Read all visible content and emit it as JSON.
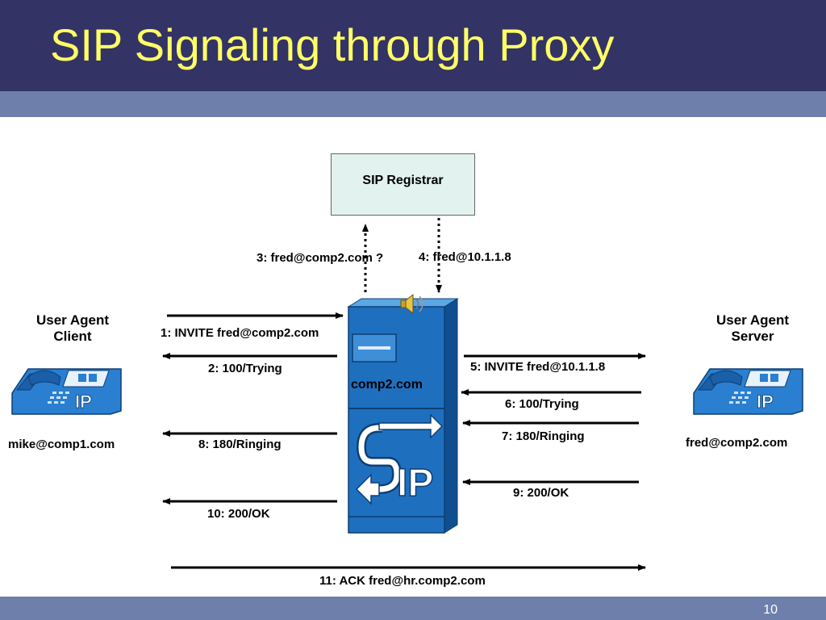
{
  "title": "SIP Signaling through Proxy",
  "page_number": "10",
  "registrar": {
    "label": "SIP Registrar"
  },
  "proxy": {
    "label": "comp2.com",
    "logo_text": "IP"
  },
  "client": {
    "role_line1": "User Agent",
    "role_line2": "Client",
    "address": "mike@comp1.com",
    "phone_badge": "IP"
  },
  "server": {
    "role_line1": "User Agent",
    "role_line2": "Server",
    "address": "fred@comp2.com",
    "phone_badge": "IP"
  },
  "messages": {
    "m1": "1: INVITE  fred@comp2.com",
    "m2": "2: 100/Trying",
    "m3": "3: fred@comp2.com ?",
    "m4": "4: fred@10.1.1.8",
    "m5": "5: INVITE  fred@10.1.1.8",
    "m6": "6: 100/Trying",
    "m7": "7: 180/Ringing",
    "m8": "8: 180/Ringing",
    "m9": "9: 200/OK",
    "m10": "10: 200/OK",
    "m11": "11: ACK fred@hr.comp2.com"
  },
  "icons": {
    "phone": "ip-phone-icon",
    "speaker": "speaker-icon",
    "server": "server-icon"
  },
  "colors": {
    "header": "#333366",
    "band": "#6f7fab",
    "title": "#ffff66",
    "registrar_fill": "#e2f2ef",
    "proxy_blue": "#1f6fbf",
    "phone_blue": "#2a7fd0"
  }
}
